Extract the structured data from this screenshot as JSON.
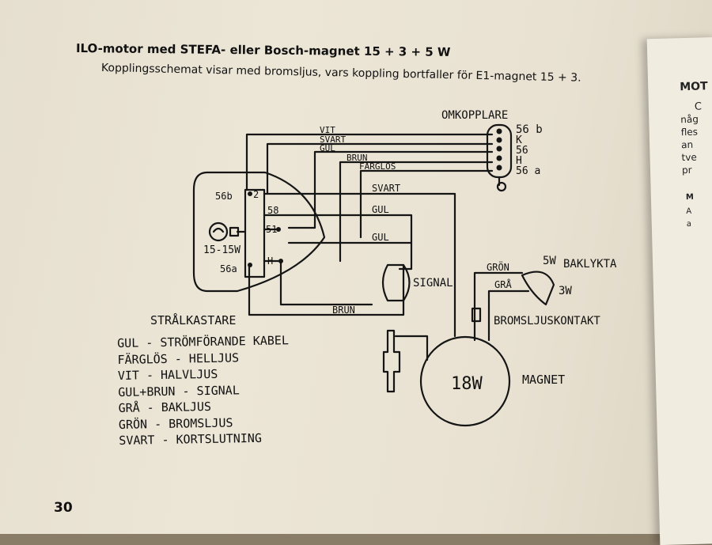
{
  "header": {
    "title": "ILO-motor med STEFA- eller Bosch-magnet 15 + 3 + 5 W",
    "subtitle": "Kopplingsschemat visar med bromsljus, vars koppling bortfaller för E1-magnet 15 + 3."
  },
  "page_number": "30",
  "facing_page": {
    "heading": "MOT",
    "fragments": [
      "C",
      "någ",
      "fles",
      "an",
      "tve",
      "pr",
      "M",
      "A",
      "a"
    ]
  },
  "diagram": {
    "switch_label": "OMKOPPLARE",
    "switch_terminals": [
      "56 b",
      "K",
      "56",
      "H",
      "56 a"
    ],
    "top_wires": [
      "VIT",
      "SVART",
      "GUL",
      "BRUN",
      "FÄRGLÖS"
    ],
    "mid_wires": [
      "SVART",
      "GUL",
      "GUL"
    ],
    "bottom_wire": "BRUN",
    "headlamp_terminals": [
      "56b",
      "2",
      "58",
      "51",
      "H",
      "56a"
    ],
    "bulb_rating": "15-15W",
    "headlamp_label": "STRÅLKASTARE",
    "signal_label": "SIGNAL",
    "tail_wires": [
      "GRÖN",
      "GRÅ"
    ],
    "tail_ratings": [
      "5W",
      "3W"
    ],
    "tail_label": "BAKLYKTA",
    "brake_switch_label": "BROMSLJUSKONTAKT",
    "magneto_rating": "18W",
    "magneto_label": "MAGNET"
  },
  "legend": [
    "GUL - STRÖMFÖRANDE KABEL",
    "FÄRGLÖS - HELLJUS",
    "VIT - HALVLJUS",
    "GUL+BRUN - SIGNAL",
    "GRÅ - BAKLJUS",
    "GRÖN - BROMSLJUS",
    "SVART - KORTSLUTNING"
  ]
}
